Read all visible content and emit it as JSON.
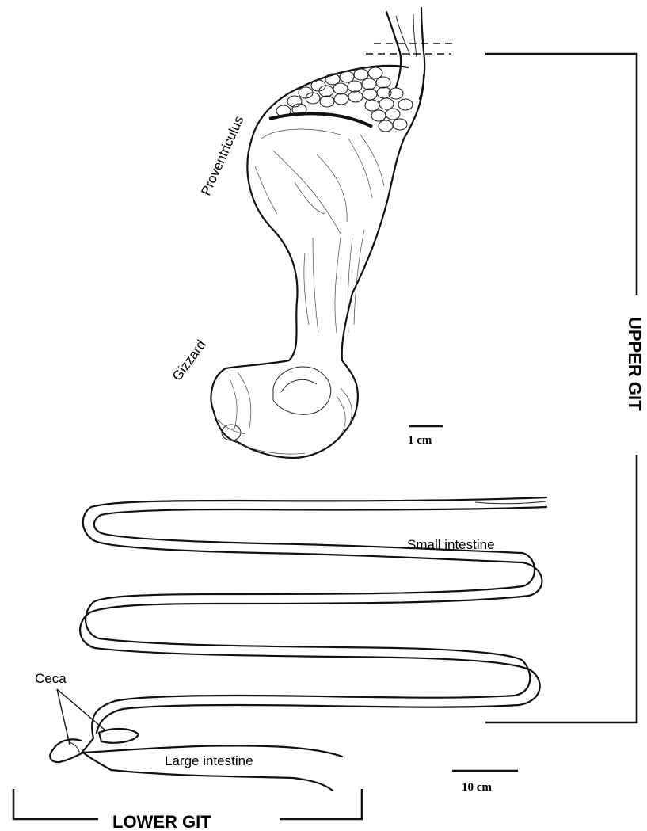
{
  "labels": {
    "proventriculus": "Proventriculus",
    "gizzard": "Gizzard",
    "small_intestine": "Small intestine",
    "ceca": "Ceca",
    "large_intestine": "Large intestine",
    "upper_git": "UPPER GIT",
    "lower_git": "LOWER GIT"
  },
  "scale_bars": {
    "upper": "1 cm",
    "lower": "10 cm"
  }
}
